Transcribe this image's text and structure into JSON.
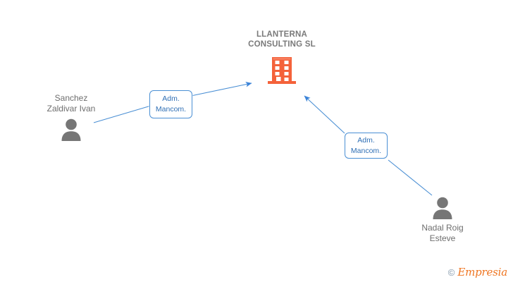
{
  "diagram": {
    "company": {
      "name": "LLANTERNA\nCONSULTING SL",
      "icon": "building-icon",
      "color": "#f4623a"
    },
    "people": [
      {
        "id": "sanchez-zaldivar-ivan",
        "name": "Sanchez\nZaldivar Ivan",
        "icon": "person-icon",
        "color": "#767676"
      },
      {
        "id": "nadal-roig-esteve",
        "name": "Nadal Roig\nEsteve",
        "icon": "person-icon",
        "color": "#767676"
      }
    ],
    "relations": [
      {
        "id": "relation-sanchez",
        "label": "Adm.\nMancom.",
        "from": "sanchez-zaldivar-ivan",
        "to": "llanterna-consulting-sl",
        "color": "#4a8fd4"
      },
      {
        "id": "relation-nadal",
        "label": "Adm.\nMancom.",
        "from": "nadal-roig-esteve",
        "to": "llanterna-consulting-sl",
        "color": "#4a8fd4"
      }
    ],
    "edge_color": "#4a8fd4"
  },
  "watermark": {
    "copyright": "©",
    "brand": "Empresia",
    "brand_color": "#ef7622",
    "copyright_color": "#7f94a8"
  }
}
